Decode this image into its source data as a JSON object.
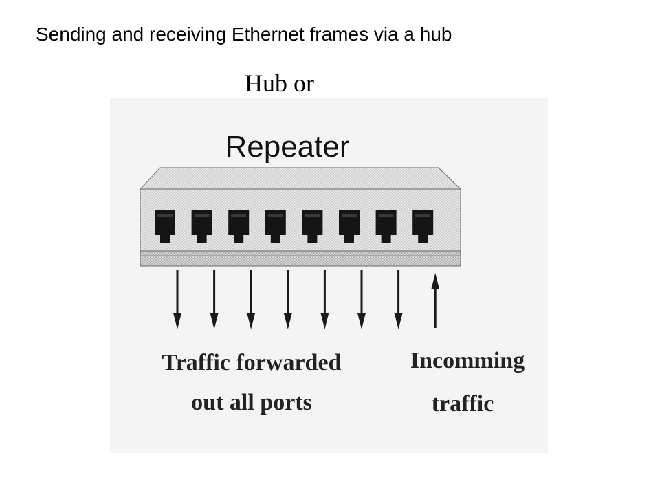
{
  "slide": {
    "title": "Sending and receiving Ethernet frames via a hub",
    "heading": "Hub or"
  },
  "diagram": {
    "device_label": "Repeater",
    "port_count": 8,
    "outgoing_port_count": 7,
    "incoming_port_count": 1,
    "forwarded_caption": [
      "Traffic forwarded",
      "out all ports"
    ],
    "incoming_caption": [
      "Incomming",
      "traffic"
    ]
  }
}
